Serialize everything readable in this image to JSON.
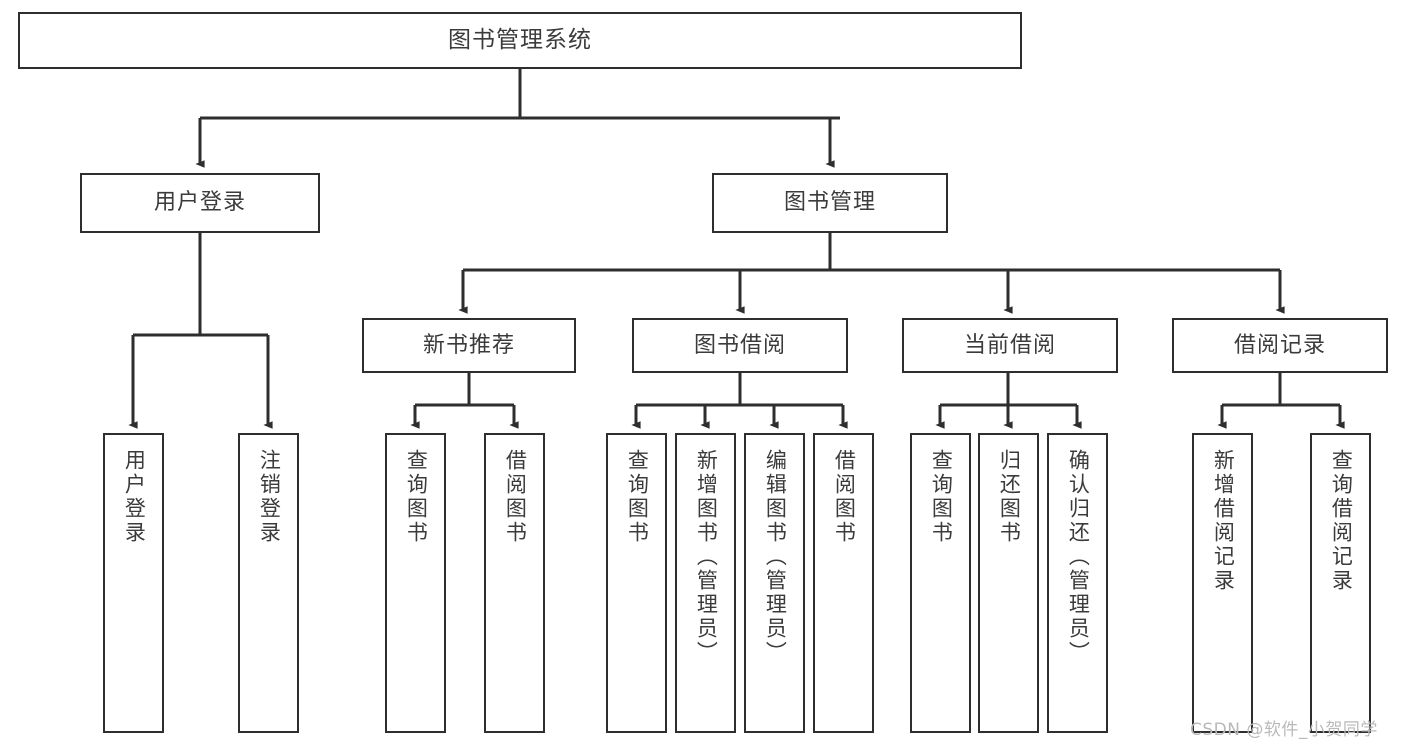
{
  "diagram": {
    "type": "tree-hierarchy-functional-decomposition",
    "title": "图书管理系统",
    "watermark": "CSDN @软件_小贺同学",
    "colors": {
      "stroke": "#2e2e2e",
      "text": "#3b3b3b",
      "background": "#ffffff",
      "watermark": "#b9b9b9"
    },
    "nodes": {
      "root": {
        "label": "图书管理系统"
      },
      "level2": [
        {
          "id": "user-login",
          "label": "用户登录"
        },
        {
          "id": "book-management",
          "label": "图书管理"
        }
      ],
      "level3": [
        {
          "id": "new-book-recommend",
          "label": "新书推荐"
        },
        {
          "id": "book-borrow",
          "label": "图书借阅"
        },
        {
          "id": "current-borrow",
          "label": "当前借阅"
        },
        {
          "id": "borrow-record",
          "label": "借阅记录"
        }
      ],
      "leaves": {
        "user-login": [
          {
            "id": "leaf-user-login",
            "label": "用户登录"
          },
          {
            "id": "leaf-logout-login",
            "label": "注销登录"
          }
        ],
        "new-book-recommend": [
          {
            "id": "leaf-query-book-1",
            "label": "查询图书"
          },
          {
            "id": "leaf-borrow-book-1",
            "label": "借阅图书"
          }
        ],
        "book-borrow": [
          {
            "id": "leaf-query-book-2",
            "label": "查询图书"
          },
          {
            "id": "leaf-add-book",
            "label": "新增图书（管理员）"
          },
          {
            "id": "leaf-edit-book",
            "label": "编辑图书（管理员）"
          },
          {
            "id": "leaf-borrow-book-2",
            "label": "借阅图书"
          }
        ],
        "current-borrow": [
          {
            "id": "leaf-query-book-3",
            "label": "查询图书"
          },
          {
            "id": "leaf-return-book",
            "label": "归还图书"
          },
          {
            "id": "leaf-confirm-return",
            "label": "确认归还（管理员）"
          }
        ],
        "borrow-record": [
          {
            "id": "leaf-add-record",
            "label": "新增借阅记录"
          },
          {
            "id": "leaf-query-record",
            "label": "查询借阅记录"
          }
        ]
      }
    }
  }
}
